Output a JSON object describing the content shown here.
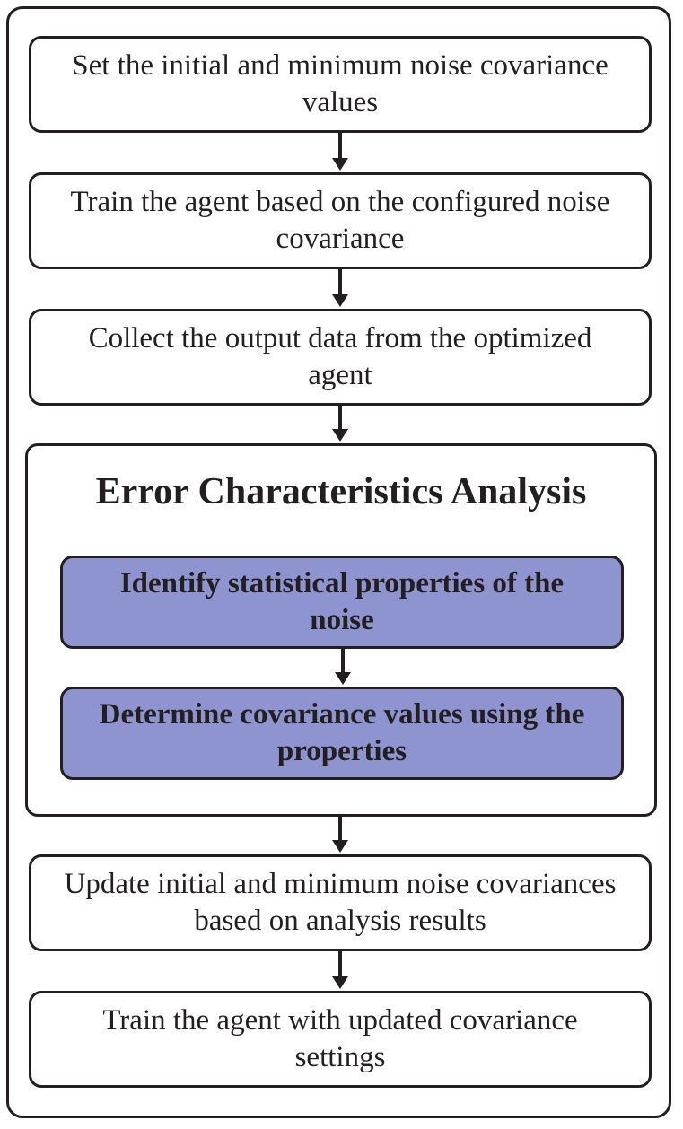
{
  "colors": {
    "stroke": "#231f20",
    "box_fill": "#ffffff",
    "highlight_fill": "#8e94cf"
  },
  "steps": [
    {
      "text": "Set the initial and minimum noise covariance values"
    },
    {
      "text": "Train the agent based on the configured noise covariance"
    },
    {
      "text": "Collect the output data from the optimized agent"
    },
    {
      "text": "Update initial and minimum noise covariances based on analysis results"
    },
    {
      "text": "Train the agent with updated covariance settings"
    }
  ],
  "analysis": {
    "title": "Error Characteristics Analysis",
    "sub_steps": [
      {
        "text": "Identify statistical properties of the noise"
      },
      {
        "text": "Determine covariance values using the properties"
      }
    ]
  }
}
